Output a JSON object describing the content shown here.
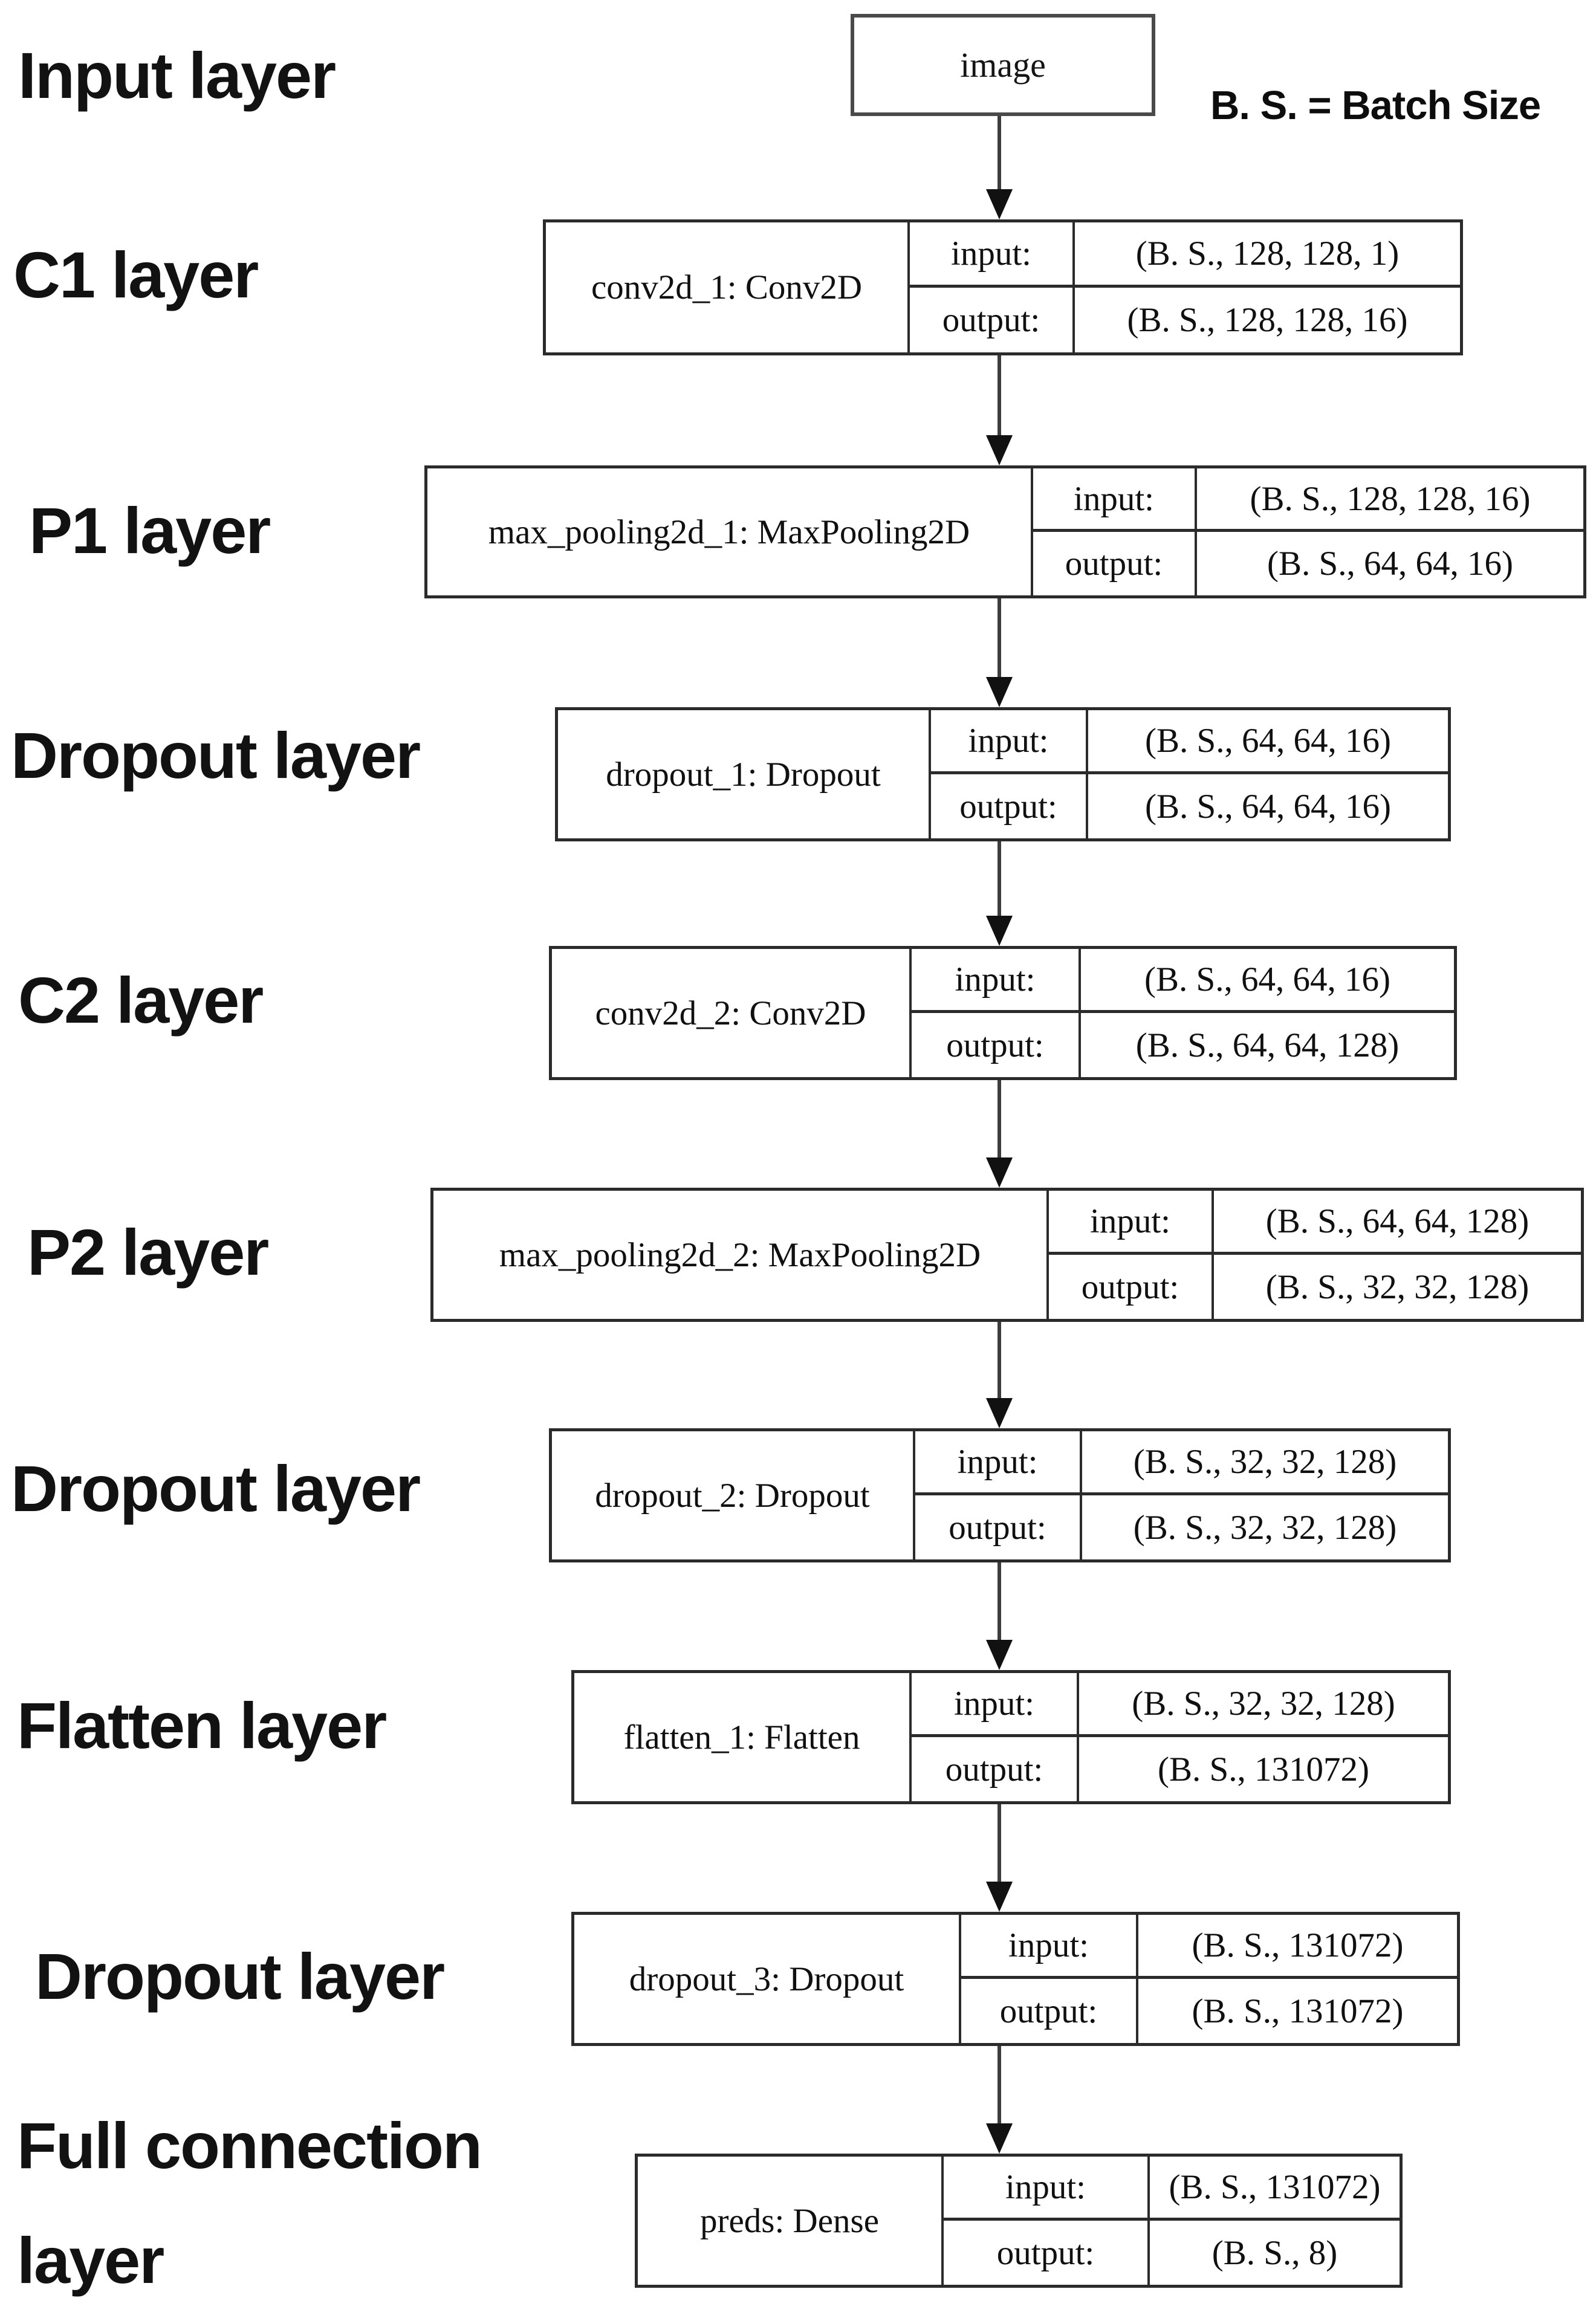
{
  "legend": {
    "text": "B. S. = Batch Size"
  },
  "input_node": {
    "label": "image"
  },
  "side_labels": [
    "Input layer",
    "C1 layer",
    "P1 layer",
    "Dropout layer",
    "C2 layer",
    "P2 layer",
    "Dropout layer",
    "Flatten layer",
    "Dropout layer",
    "Full connection\nlayer"
  ],
  "layers": [
    {
      "name": "conv2d_1: Conv2D",
      "input_label": "input:",
      "output_label": "output:",
      "input_shape": "(B. S., 128, 128, 1)",
      "output_shape": "(B. S., 128, 128, 16)"
    },
    {
      "name": "max_pooling2d_1: MaxPooling2D",
      "input_label": "input:",
      "output_label": "output:",
      "input_shape": "(B. S., 128, 128, 16)",
      "output_shape": "(B. S., 64, 64, 16)"
    },
    {
      "name": "dropout_1: Dropout",
      "input_label": "input:",
      "output_label": "output:",
      "input_shape": "(B. S., 64, 64, 16)",
      "output_shape": "(B. S., 64, 64, 16)"
    },
    {
      "name": "conv2d_2: Conv2D",
      "input_label": "input:",
      "output_label": "output:",
      "input_shape": "(B. S., 64, 64, 16)",
      "output_shape": "(B. S., 64, 64, 128)"
    },
    {
      "name": "max_pooling2d_2: MaxPooling2D",
      "input_label": "input:",
      "output_label": "output:",
      "input_shape": "(B. S., 64, 64, 128)",
      "output_shape": "(B. S., 32, 32, 128)"
    },
    {
      "name": "dropout_2: Dropout",
      "input_label": "input:",
      "output_label": "output:",
      "input_shape": "(B. S., 32, 32, 128)",
      "output_shape": "(B. S., 32, 32, 128)"
    },
    {
      "name": "flatten_1: Flatten",
      "input_label": "input:",
      "output_label": "output:",
      "input_shape": "(B. S., 32, 32, 128)",
      "output_shape": "(B. S., 131072)"
    },
    {
      "name": "dropout_3: Dropout",
      "input_label": "input:",
      "output_label": "output:",
      "input_shape": "(B. S., 131072)",
      "output_shape": "(B. S., 131072)"
    },
    {
      "name": "preds: Dense",
      "input_label": "input:",
      "output_label": "output:",
      "input_shape": "(B. S., 131072)",
      "output_shape": "(B. S., 8)"
    }
  ],
  "colors": {
    "ink": "#121212",
    "box_border": "#2b2b2b",
    "arrow": "#111111"
  }
}
